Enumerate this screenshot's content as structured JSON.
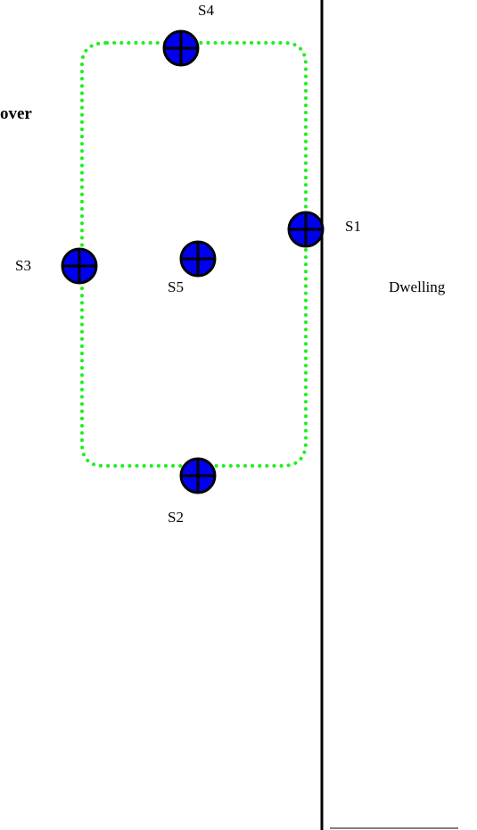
{
  "heading_partial": "over",
  "dwelling_label": "Dwelling",
  "sensors": [
    {
      "id": "s1",
      "label": "S1"
    },
    {
      "id": "s2",
      "label": "S2"
    },
    {
      "id": "s3",
      "label": "S3"
    },
    {
      "id": "s4",
      "label": "S4"
    },
    {
      "id": "s5",
      "label": "S5"
    }
  ],
  "colors": {
    "sensor_fill": "#0000ee",
    "sensor_outline": "#000000",
    "boundary": "#22ee22",
    "wall": "#000000"
  }
}
